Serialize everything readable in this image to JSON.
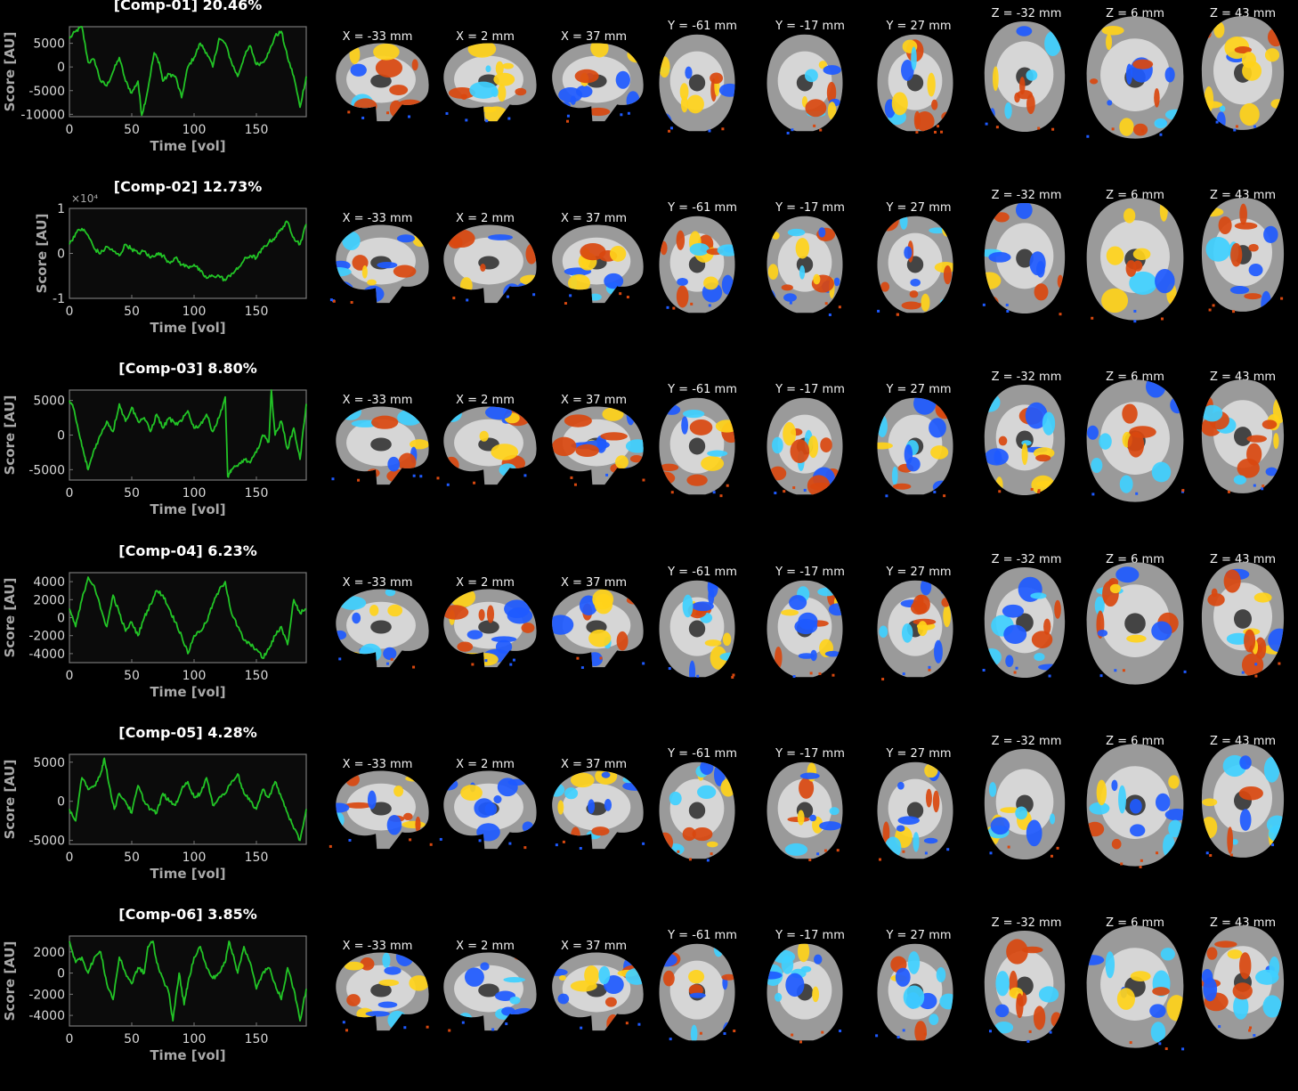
{
  "colors": {
    "trace": "#22c426",
    "axes": "#777777",
    "plot_bg": "#0b0b0b",
    "pos_low": "#d9480f",
    "pos_high": "#ffd21a",
    "neg_low": "#1e5aff",
    "neg_high": "#3fd0ff"
  },
  "slice_labels": [
    "X = -33 mm",
    "X = 2 mm",
    "X = 37 mm",
    "Y = -61 mm",
    "Y = -17 mm",
    "Y = 27 mm",
    "Z = -32 mm",
    "Z = 6 mm",
    "Z = 43 mm"
  ],
  "slice_views": [
    "sagittal",
    "sagittal",
    "sagittal",
    "coronal",
    "coronal",
    "coronal",
    "axial",
    "axial",
    "axial"
  ],
  "chart_data": [
    {
      "type": "line",
      "title": "[Comp-01] 20.46%",
      "xlabel": "Time [vol]",
      "ylabel": "Score [AU]",
      "xlim": [
        0,
        190
      ],
      "ylim": [
        -10500,
        8500
      ],
      "xticks": [
        0,
        50,
        100,
        150
      ],
      "yticks": [
        5000,
        0,
        -5000,
        -10000
      ],
      "ytick_labels": [
        "5000",
        "0",
        "-5000",
        "-10000"
      ],
      "exponent": "",
      "series": [
        {
          "x": [
            0,
            5,
            10,
            15,
            20,
            25,
            30,
            35,
            40,
            45,
            50,
            55,
            58,
            62,
            68,
            72,
            75,
            80,
            85,
            90,
            95,
            100,
            105,
            110,
            115,
            120,
            125,
            130,
            135,
            140,
            145,
            150,
            155,
            160,
            165,
            170,
            175,
            180,
            185,
            190
          ],
          "y": [
            6000,
            7500,
            8500,
            1000,
            1500,
            -3000,
            -4000,
            -1000,
            2000,
            -3000,
            -5500,
            -3000,
            -10200,
            -6000,
            3000,
            1000,
            -3000,
            -1500,
            -2000,
            -6500,
            0,
            2000,
            5000,
            3000,
            0,
            6000,
            5000,
            1000,
            -2000,
            2000,
            4500,
            500,
            1000,
            3000,
            6500,
            7500,
            2000,
            -2000,
            -8500,
            -2000
          ]
        }
      ]
    },
    {
      "type": "line",
      "title": "[Comp-02] 12.73%",
      "xlabel": "Time [vol]",
      "ylabel": "Score [AU]",
      "xlim": [
        0,
        190
      ],
      "ylim": [
        -1,
        1
      ],
      "xticks": [
        0,
        50,
        100,
        150
      ],
      "yticks": [
        1,
        0,
        -1
      ],
      "ytick_labels": [
        "1",
        "0",
        "-1"
      ],
      "exponent": "×10⁴",
      "series": [
        {
          "x": [
            0,
            5,
            10,
            15,
            20,
            25,
            30,
            35,
            40,
            45,
            50,
            55,
            60,
            65,
            70,
            75,
            80,
            85,
            90,
            95,
            100,
            105,
            110,
            115,
            120,
            125,
            130,
            135,
            140,
            145,
            150,
            155,
            160,
            165,
            170,
            175,
            180,
            185,
            190
          ],
          "y": [
            0.2,
            0.45,
            0.55,
            0.4,
            0.1,
            0.0,
            0.15,
            0.05,
            -0.05,
            0.2,
            0.1,
            0.0,
            0.05,
            -0.1,
            0.0,
            -0.05,
            -0.2,
            -0.1,
            -0.25,
            -0.3,
            -0.25,
            -0.4,
            -0.55,
            -0.5,
            -0.5,
            -0.6,
            -0.45,
            -0.35,
            -0.15,
            -0.05,
            -0.1,
            0.1,
            0.25,
            0.35,
            0.55,
            0.7,
            0.35,
            0.2,
            0.65
          ]
        }
      ]
    },
    {
      "type": "line",
      "title": "[Comp-03] 8.80%",
      "xlabel": "Time [vol]",
      "ylabel": "Score [AU]",
      "xlim": [
        0,
        190
      ],
      "ylim": [
        -6500,
        6500
      ],
      "xticks": [
        0,
        50,
        100,
        150
      ],
      "yticks": [
        5000,
        0,
        -5000
      ],
      "ytick_labels": [
        "5000",
        "0",
        "-5000"
      ],
      "exponent": "",
      "series": [
        {
          "x": [
            0,
            3,
            8,
            12,
            15,
            20,
            25,
            30,
            35,
            40,
            45,
            50,
            55,
            60,
            65,
            70,
            75,
            80,
            85,
            90,
            95,
            100,
            105,
            110,
            115,
            120,
            125,
            127,
            130,
            135,
            140,
            145,
            150,
            155,
            160,
            162,
            165,
            170,
            175,
            180,
            185,
            190
          ],
          "y": [
            5000,
            4000,
            0,
            -3000,
            -5000,
            -2000,
            0,
            2000,
            500,
            4500,
            2000,
            4000,
            2000,
            2500,
            500,
            3000,
            1000,
            2500,
            1500,
            2000,
            3500,
            1000,
            1500,
            3000,
            500,
            2500,
            5500,
            -6000,
            -5000,
            -4500,
            -3500,
            -4000,
            -2500,
            0,
            -1000,
            6500,
            0,
            2000,
            -2000,
            1000,
            -3500,
            4500
          ]
        }
      ]
    },
    {
      "type": "line",
      "title": "[Comp-04] 6.23%",
      "xlabel": "Time [vol]",
      "ylabel": "Score [AU]",
      "xlim": [
        0,
        190
      ],
      "ylim": [
        -5000,
        5000
      ],
      "xticks": [
        0,
        50,
        100,
        150
      ],
      "yticks": [
        4000,
        2000,
        0,
        -2000,
        -4000
      ],
      "ytick_labels": [
        "4000",
        "2000",
        "0",
        "-2000",
        "-4000"
      ],
      "exponent": "",
      "series": [
        {
          "x": [
            0,
            5,
            10,
            15,
            20,
            25,
            30,
            35,
            40,
            45,
            50,
            55,
            60,
            65,
            70,
            75,
            80,
            85,
            90,
            95,
            100,
            105,
            110,
            115,
            120,
            125,
            130,
            135,
            140,
            145,
            150,
            155,
            160,
            165,
            170,
            175,
            180,
            185,
            190
          ],
          "y": [
            1000,
            -1000,
            2000,
            4500,
            3500,
            1000,
            -1000,
            2500,
            500,
            -1500,
            -500,
            -2000,
            0,
            1500,
            3000,
            2500,
            1000,
            -500,
            -2000,
            -4000,
            -2000,
            -1500,
            -500,
            1500,
            3000,
            4000,
            500,
            -1000,
            -2500,
            -3000,
            -3500,
            -4500,
            -3500,
            -2000,
            -1000,
            -3000,
            2000,
            500,
            1000
          ]
        }
      ]
    },
    {
      "type": "line",
      "title": "[Comp-05] 4.28%",
      "xlabel": "Time [vol]",
      "ylabel": "Score [AU]",
      "xlim": [
        0,
        190
      ],
      "ylim": [
        -5500,
        6000
      ],
      "xticks": [
        0,
        50,
        100,
        150
      ],
      "yticks": [
        5000,
        0,
        -5000
      ],
      "ytick_labels": [
        "5000",
        "0",
        "-5000"
      ],
      "exponent": "",
      "series": [
        {
          "x": [
            0,
            5,
            10,
            15,
            20,
            25,
            28,
            32,
            36,
            40,
            45,
            50,
            55,
            60,
            65,
            70,
            75,
            80,
            85,
            90,
            95,
            100,
            105,
            110,
            115,
            120,
            125,
            130,
            135,
            140,
            145,
            150,
            155,
            160,
            165,
            170,
            175,
            180,
            185,
            190
          ],
          "y": [
            -1000,
            -2500,
            3000,
            1500,
            2000,
            3500,
            5500,
            2000,
            -1000,
            1000,
            0,
            -1500,
            2000,
            0,
            -1000,
            -1500,
            1000,
            0,
            -500,
            1500,
            2500,
            500,
            1000,
            3000,
            -500,
            500,
            1000,
            2500,
            3500,
            1000,
            0,
            -1000,
            1500,
            500,
            2500,
            500,
            -1500,
            -3500,
            -5000,
            -1000
          ]
        }
      ]
    },
    {
      "type": "line",
      "title": "[Comp-06] 3.85%",
      "xlabel": "Time [vol]",
      "ylabel": "Score [AU]",
      "xlim": [
        0,
        190
      ],
      "ylim": [
        -5000,
        3500
      ],
      "xticks": [
        0,
        50,
        100,
        150
      ],
      "yticks": [
        2000,
        0,
        -2000,
        -4000
      ],
      "ytick_labels": [
        "2000",
        "0",
        "-2000",
        "-4000"
      ],
      "exponent": "",
      "series": [
        {
          "x": [
            0,
            5,
            10,
            15,
            20,
            25,
            30,
            35,
            40,
            45,
            50,
            55,
            60,
            63,
            67,
            70,
            75,
            80,
            83,
            88,
            92,
            95,
            100,
            105,
            110,
            115,
            120,
            125,
            128,
            132,
            135,
            140,
            145,
            150,
            155,
            160,
            165,
            170,
            175,
            180,
            185,
            190
          ],
          "y": [
            3000,
            1000,
            1500,
            0,
            1500,
            2000,
            -1000,
            -2500,
            1500,
            0,
            -1000,
            500,
            0,
            2500,
            3000,
            1000,
            -500,
            -2000,
            -4500,
            0,
            -3000,
            -1000,
            1500,
            2500,
            500,
            -500,
            0,
            1000,
            3000,
            1500,
            0,
            2500,
            1000,
            -1500,
            0,
            500,
            -1000,
            -2500,
            500,
            -1500,
            -4500,
            -1500
          ]
        }
      ]
    }
  ]
}
